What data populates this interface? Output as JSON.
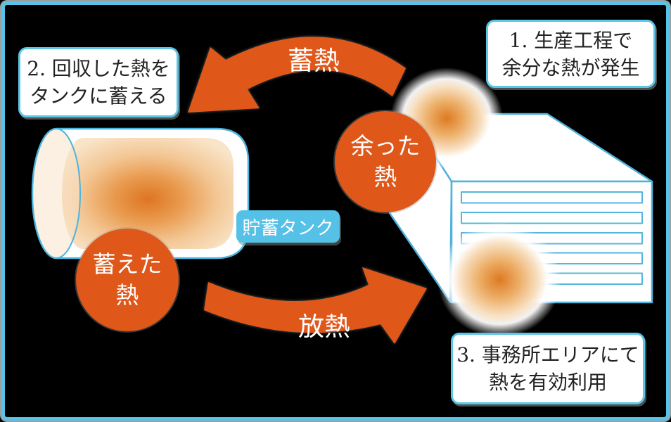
{
  "diagram": {
    "steps": [
      {
        "lines": [
          "1. 生産工程で",
          "余分な熱が発生"
        ]
      },
      {
        "lines": [
          "2. 回収した熱を",
          "タンクに蓄える"
        ]
      },
      {
        "lines": [
          "3. 事務所エリアにて",
          "熱を有効利用"
        ]
      }
    ],
    "arrows": {
      "store_heat_label": "蓄熱",
      "release_heat_label": "放熱"
    },
    "badges": {
      "surplus_heat": {
        "line1": "余った",
        "line2": "熱"
      },
      "stored_heat": {
        "line1": "蓄えた",
        "line2": "熱"
      }
    },
    "tank_tag_label": "貯蓄タンク",
    "colors": {
      "orange": "#e0571a",
      "light_blue": "#55c1e7",
      "box_border_blue": "#5bc6e8",
      "outline_blue": "#4fb2da",
      "frame_border_blue": "#58c2e8",
      "glow_core_orange": "#dd7a22",
      "background": "#000000",
      "text_dark": "#222222",
      "text_white": "#ffffff"
    }
  }
}
